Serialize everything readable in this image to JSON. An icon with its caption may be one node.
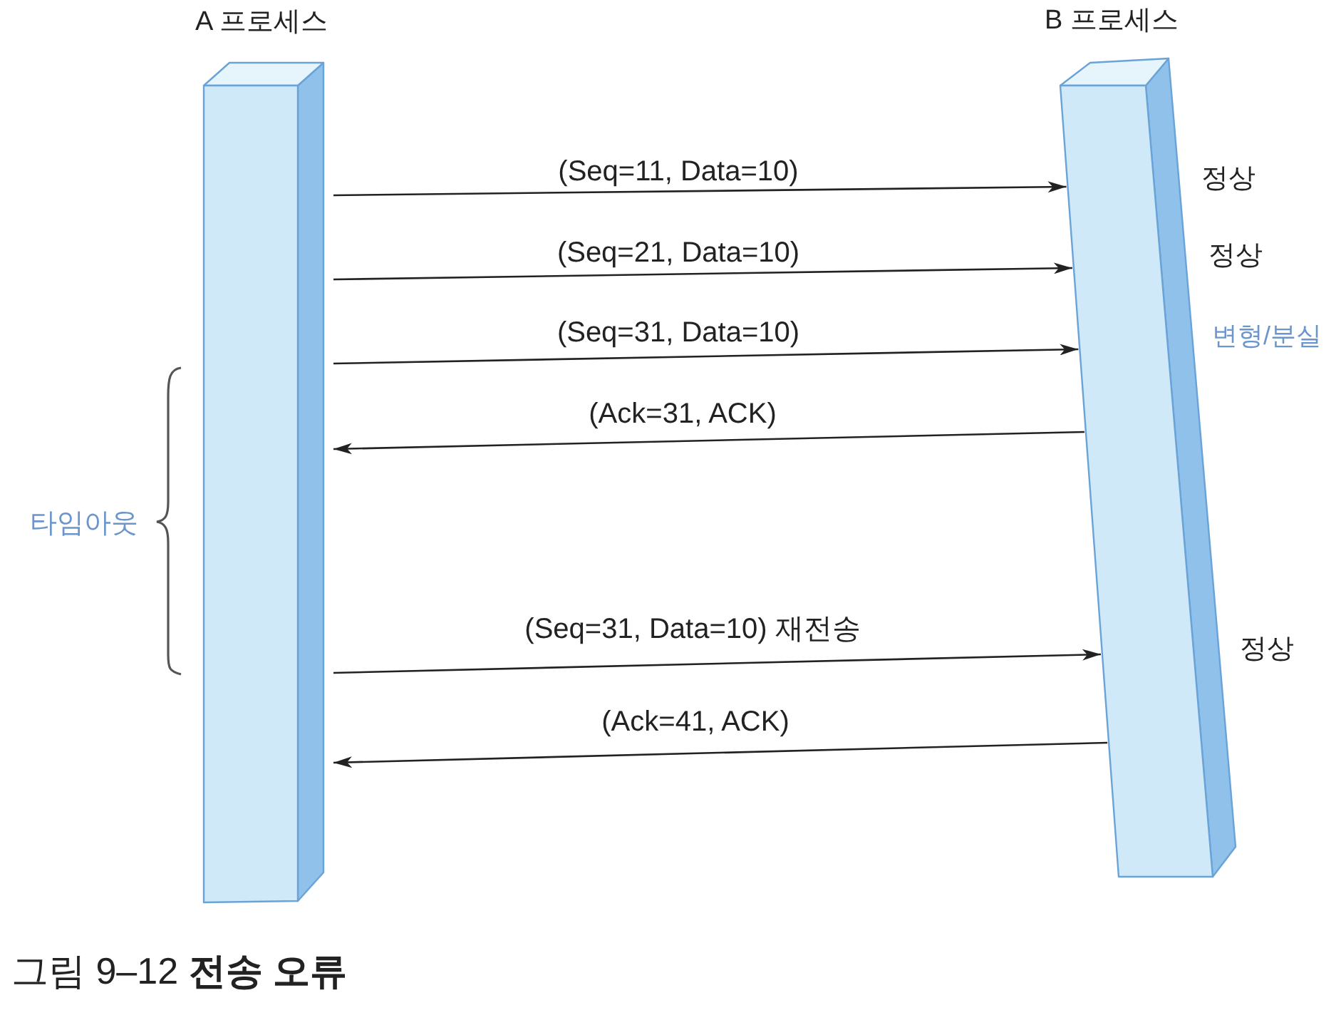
{
  "diagram": {
    "caption": "그림 9–12 **전송 오류**",
    "nodes": [
      {
        "text": [
          "A 프로세스"
        ]
      },
      {
        "text": [
          "B 프로세스"
        ]
      }
    ],
    "edges": [
      {
        "from": 0,
        "to": 1,
        "arrow": "to",
        "label": "(Seq=11, Data=10)"
      },
      {
        "from": 0,
        "to": 1,
        "arrow": "to",
        "label": "(Seq=21, Data=10)"
      },
      {
        "from": 0,
        "to": 1,
        "arrow": "to",
        "label": "(Seq=31, Data=10)"
      },
      {
        "from": 1,
        "to": 0,
        "arrow": "to",
        "label": "(Ack=31, ACK)"
      },
      {
        "from": 0,
        "to": 1,
        "arrow": "to",
        "label": "(Seq=31, Data=10) 재전송"
      },
      {
        "from": 1,
        "to": 0,
        "arrow": "to",
        "label": "(Ack=41, ACK)"
      }
    ],
    "labels": [
      "정상",
      "정상",
      "변형/분실",
      "타임아웃",
      "정상"
    ]
  }
}
